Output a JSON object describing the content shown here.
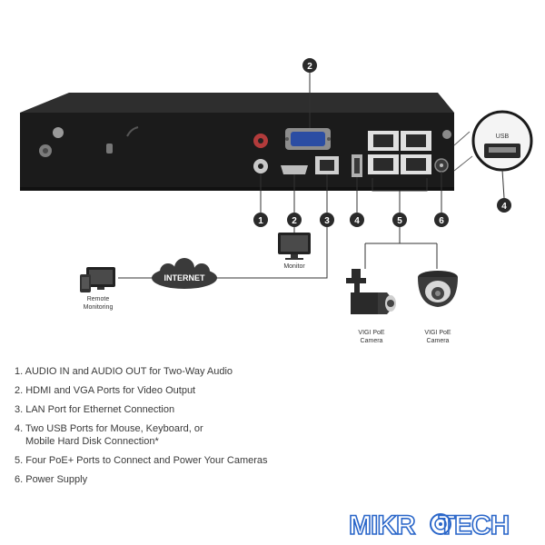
{
  "diagram": {
    "callouts": [
      "1",
      "2",
      "3",
      "4",
      "5",
      "6"
    ],
    "labels": {
      "monitor": "Monitor",
      "internet": "INTERNET",
      "remote_line1": "Remote",
      "remote_line2": "Monitoring",
      "bullet_cam_line1": "VIGI PoE",
      "bullet_cam_line2": "Camera",
      "dome_cam_line1": "VIGI PoE",
      "dome_cam_line2": "Camera",
      "usb_zoom": "USB"
    }
  },
  "legend": [
    {
      "text": "1. AUDIO IN and AUDIO OUT for Two-Way Audio"
    },
    {
      "text": "2. HDMI and VGA Ports for Video Output"
    },
    {
      "text": "3. LAN Port for Ethernet Connection"
    },
    {
      "text": "4. Two USB Ports for Mouse, Keyboard, or",
      "sub": "Mobile Hard Disk Connection*"
    },
    {
      "text": "5. Four PoE+ Ports to Connect and Power Your Cameras"
    },
    {
      "text": "6. Power Supply"
    }
  ],
  "watermark": {
    "part1": "MIKR",
    "part2": "TECH"
  },
  "colors": {
    "device": "#1b1b1b",
    "callout": "#2a2a2a",
    "line": "#555555",
    "logo_blue": "#2a66c9"
  }
}
